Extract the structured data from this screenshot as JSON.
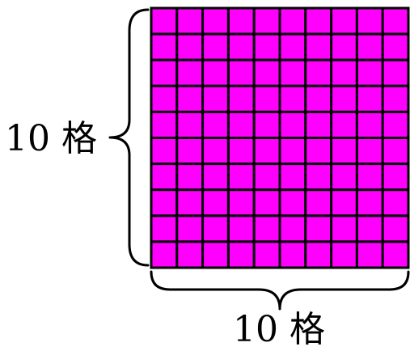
{
  "grid": {
    "rows": 10,
    "columns": 10,
    "fill_color": "#FF00FF",
    "line_color": "#000000"
  },
  "labels": {
    "left": "10 格",
    "bottom": "10 格"
  },
  "braces": {
    "color": "#000000"
  }
}
